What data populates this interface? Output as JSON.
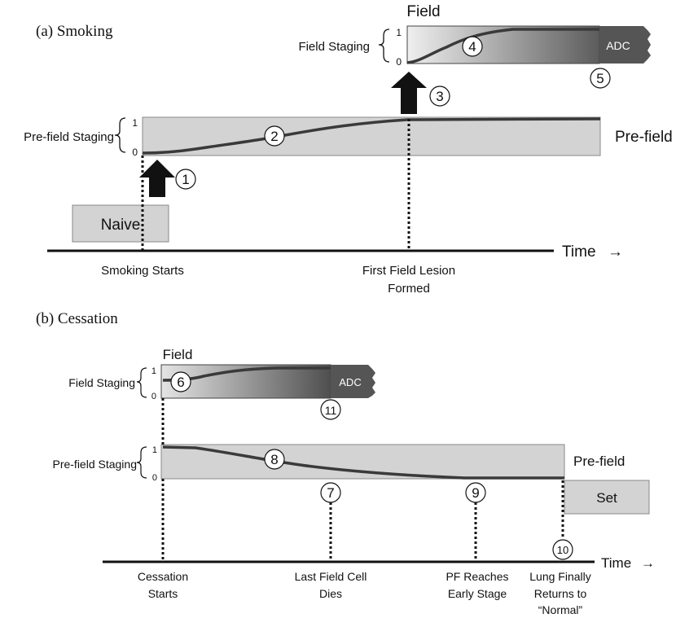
{
  "panel_a": {
    "heading": "(a) Smoking",
    "field_title": "Field",
    "field_staging_label": "Field Staging",
    "prefield_staging_label": "Pre-field Staging",
    "prefield_title": "Pre-field",
    "scale_max": "1",
    "scale_min": "0",
    "adc_label": "ADC",
    "naive_label": "Naive",
    "time_label": "Time",
    "time_arrow": "→",
    "milestones": [
      {
        "line1": "Smoking Starts",
        "line2": ""
      },
      {
        "line1": "First Field Lesion",
        "line2": "Formed"
      }
    ],
    "markers": [
      "1",
      "2",
      "3",
      "4",
      "5"
    ]
  },
  "panel_b": {
    "heading": "(b) Cessation",
    "field_title": "Field",
    "field_staging_label": "Field Staging",
    "prefield_staging_label": "Pre-field Staging",
    "prefield_title": "Pre-field",
    "scale_max": "1",
    "scale_min": "0",
    "adc_label": "ADC",
    "set_label": "Set",
    "time_label": "Time",
    "time_arrow": "→",
    "milestones": [
      {
        "line1": "Cessation",
        "line2": "Starts",
        "line3": ""
      },
      {
        "line1": "Last Field Cell",
        "line2": "Dies",
        "line3": ""
      },
      {
        "line1": "PF Reaches",
        "line2": "Early Stage",
        "line3": ""
      },
      {
        "line1": "Lung Finally",
        "line2": "Returns to",
        "line3": "“Normal”"
      }
    ],
    "markers": [
      "6",
      "7",
      "8",
      "9",
      "10",
      "11"
    ]
  },
  "colors": {
    "bar_light": "#d3d3d3",
    "bar_dark": "#555555",
    "curve": "#3a3a3a",
    "adc_box": "#555555",
    "arrow": "#111111"
  }
}
